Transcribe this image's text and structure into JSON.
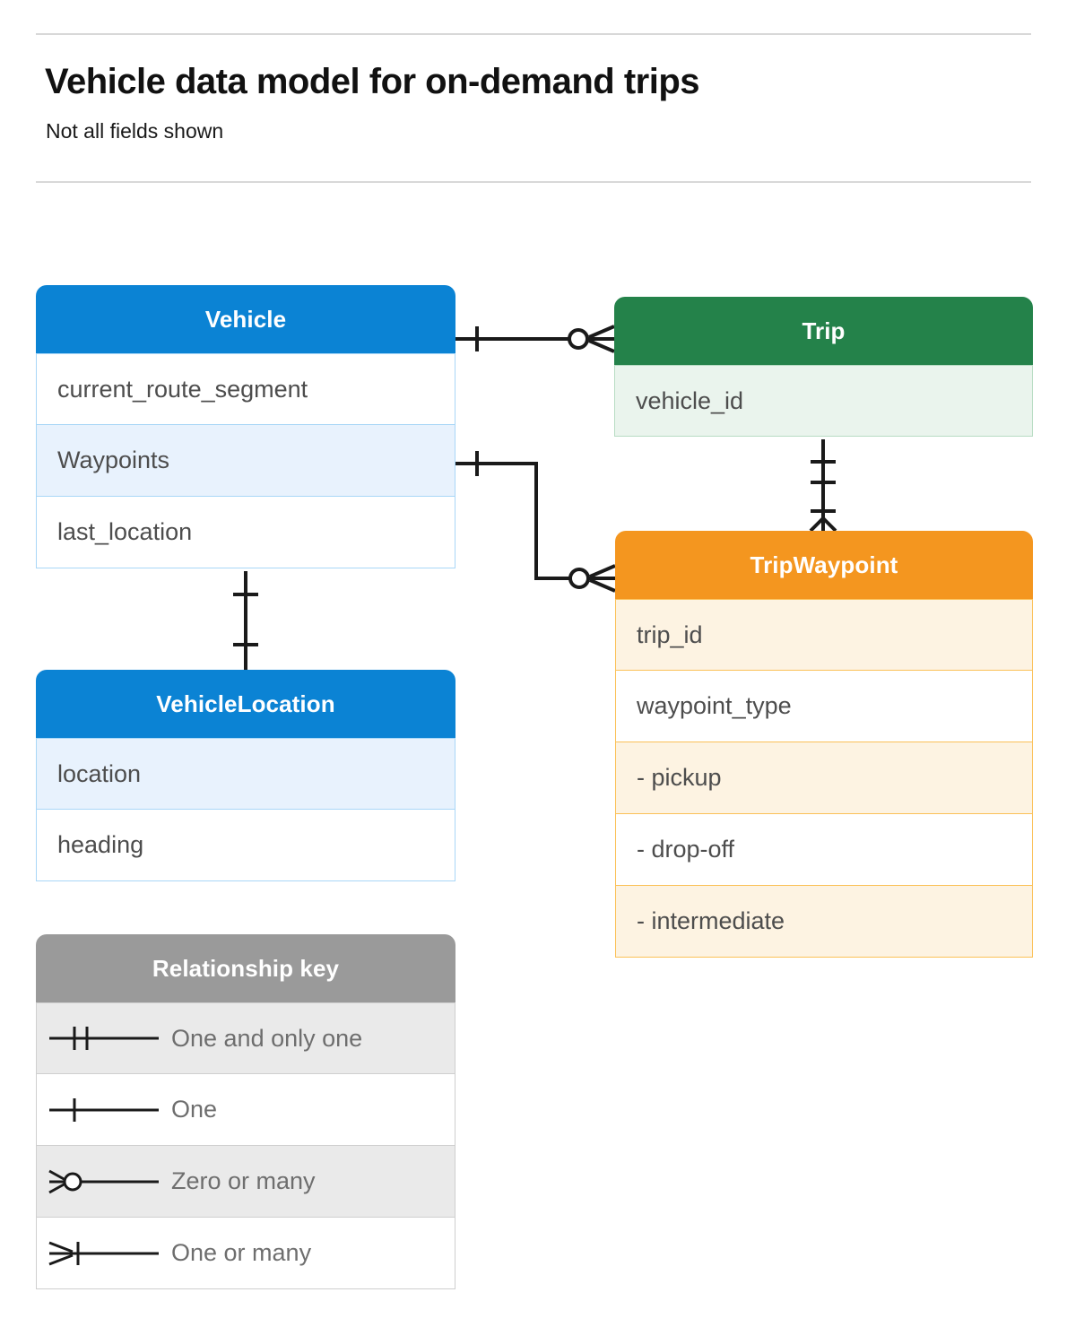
{
  "header": {
    "title": "Vehicle data model for on-demand trips",
    "subtitle": "Not all fields shown"
  },
  "colors": {
    "blue": "#0b83d4",
    "green": "#24824a",
    "orange": "#f4961f",
    "grey": "#9a9a9a",
    "connector": "#1a1a1a",
    "rule": "#d8d8d8"
  },
  "entities": [
    {
      "id": "vehicle",
      "name": "Vehicle",
      "color": "blue",
      "fields": [
        {
          "label": "current_route_segment",
          "highlight": false
        },
        {
          "label": "Waypoints",
          "highlight": true
        },
        {
          "label": "last_location",
          "highlight": false
        }
      ]
    },
    {
      "id": "trip",
      "name": "Trip",
      "color": "green",
      "fields": [
        {
          "label": "vehicle_id",
          "highlight": true
        }
      ]
    },
    {
      "id": "tripwaypoint",
      "name": "TripWaypoint",
      "color": "orange",
      "fields": [
        {
          "label": "trip_id",
          "highlight": true
        },
        {
          "label": "waypoint_type",
          "highlight": false
        },
        {
          "label": "- pickup",
          "highlight": true
        },
        {
          "label": "- drop-off",
          "highlight": false
        },
        {
          "label": "- intermediate",
          "highlight": true
        }
      ]
    },
    {
      "id": "vehiclelocation",
      "name": "VehicleLocation",
      "color": "blue",
      "fields": [
        {
          "label": "location",
          "highlight": true
        },
        {
          "label": "heading",
          "highlight": false
        }
      ]
    }
  ],
  "legend": {
    "title": "Relationship key",
    "rows": [
      {
        "symbol": "one-and-only-one",
        "label": "One and only one",
        "highlight": true
      },
      {
        "symbol": "one",
        "label": "One",
        "highlight": false
      },
      {
        "symbol": "zero-or-many",
        "label": "Zero or many",
        "highlight": true
      },
      {
        "symbol": "one-or-many",
        "label": "One or many",
        "highlight": false
      }
    ]
  },
  "relationships": [
    {
      "from": "Vehicle",
      "to": "Trip",
      "from_cardinality": "One",
      "to_cardinality": "Zero or many"
    },
    {
      "from": "Vehicle.Waypoints",
      "to": "TripWaypoint",
      "from_cardinality": "One",
      "to_cardinality": "Zero or many"
    },
    {
      "from": "Trip",
      "to": "TripWaypoint",
      "from_cardinality": "One and only one",
      "to_cardinality": "One or many"
    },
    {
      "from": "Vehicle",
      "to": "VehicleLocation",
      "from_cardinality": "One",
      "to_cardinality": "One"
    }
  ]
}
